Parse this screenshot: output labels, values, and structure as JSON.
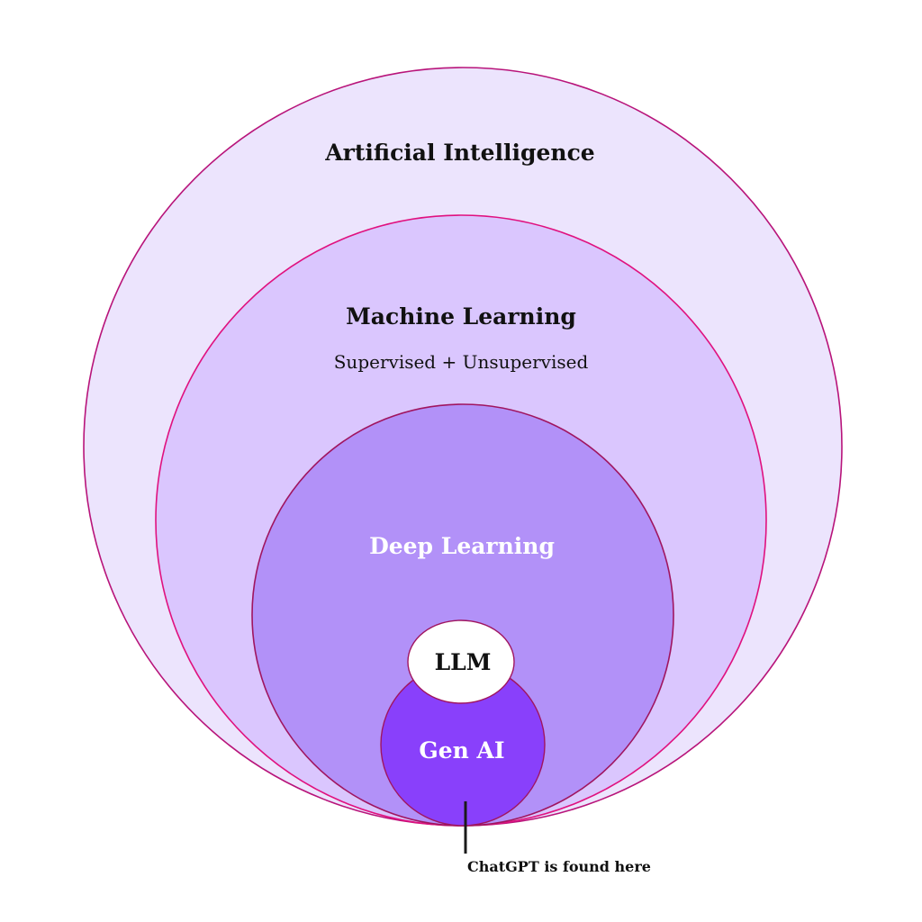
{
  "diagram": {
    "ai": {
      "label": "Artificial Intelligence",
      "color": "#ece4fd"
    },
    "ml": {
      "label": "Machine Learning",
      "sublabel": "Supervised + Unsupervised",
      "color": "#dac6fe"
    },
    "dl": {
      "label": "Deep Learning",
      "color": "#b291f8"
    },
    "genai": {
      "label": "Gen AI",
      "color": "#8940fb"
    },
    "llm": {
      "label": "LLM",
      "color": "#ffffff"
    },
    "pointer": {
      "label": "ChatGPT is found here"
    },
    "stroke_color": "#b8147a"
  }
}
